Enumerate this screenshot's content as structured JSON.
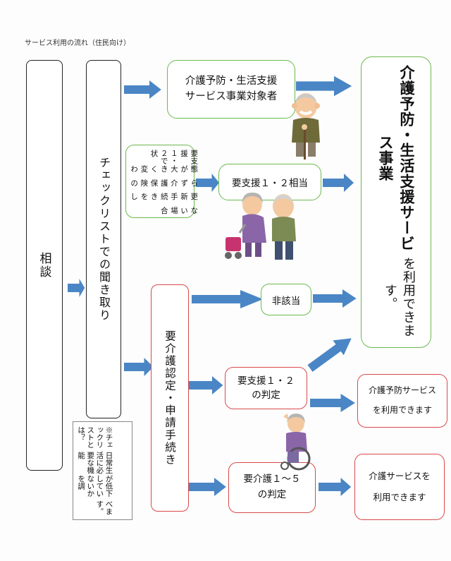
{
  "caption": "サービス利用の流れ（住民向け）",
  "consultation": "相談",
  "checklist_interview": "チェックリストでの聞き取り",
  "care_prevention_target": [
    "介護予防・生活支援",
    "サービス事業対象者"
  ],
  "support_condition_note": [
    "要支援１・２で状",
    "態が大きく変わ",
    "らず介護保険の",
    "更新手続きをし",
    "ない場合"
  ],
  "support_equivalent": "要支援１・２相当",
  "care_certification": "要介護認定・申請手続き",
  "not_applicable": "非該当",
  "support_judgment": [
    "要支援１・２",
    "の判定"
  ],
  "care_judgment": [
    "要介護１～５",
    "の判定"
  ],
  "business_use": [
    "介護予防・生活支援サービス事業",
    "を利用できます。"
  ],
  "prevention_service_use": [
    "介護予防サービス",
    "を利用できます"
  ],
  "care_service_use": [
    "介護サービスを",
    "利用できます"
  ],
  "checklist_note": [
    "※チェックリストとは？",
    "日常生活に必要な機能",
    "が低下していないかを調",
    "べます。"
  ],
  "colors": {
    "green_border": "#6cb94e",
    "red_border": "#d94a4a",
    "arrow_blue": "#4a86c5"
  }
}
